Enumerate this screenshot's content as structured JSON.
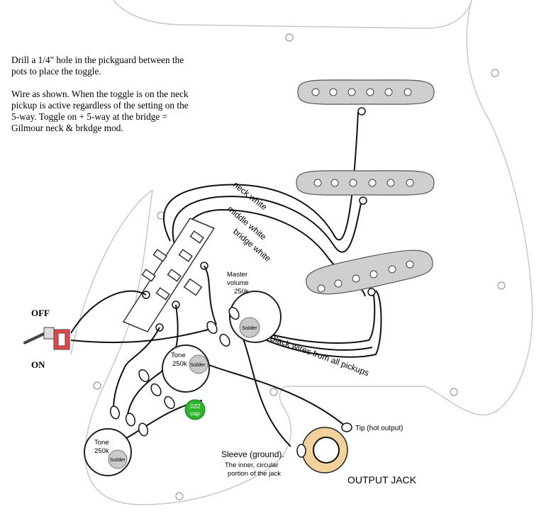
{
  "instructions": {
    "paragraph1": "Drill a 1/4\" hole in the pickguard between the pots to place the toggle.",
    "paragraph2": "Wire as shown. When the toggle is on the neck pickup is active regardless of the setting on the 5-way. Toggle on + 5-way at the bridge = Gilmour neck & brkdge mod."
  },
  "toggle": {
    "off_label": "OFF",
    "on_label": "ON"
  },
  "pickup_wires": {
    "neck": "neck white",
    "middle": "middle white",
    "bridge": "bridge white"
  },
  "master_volume": {
    "line1": "Master",
    "line2": "volume",
    "line3": "250k",
    "solder": "Solder"
  },
  "tone_upper": {
    "line1": "Tone",
    "line2": "250k",
    "solder": "Solder"
  },
  "tone_lower": {
    "line1": "Tone",
    "line2": "250k",
    "solder": "Solder"
  },
  "capacitor": {
    "line1": ".022",
    "line2": "cap",
    "color": "#2db52d"
  },
  "black_wires_label": "Black wires from all pickups",
  "output_jack": {
    "title": "OUTPUT JACK",
    "tip": "Tip (hot output)",
    "sleeve": "Sleeve (ground).",
    "sleeve_note1": "The inner, circular",
    "sleeve_note2": "portion of the jack"
  }
}
